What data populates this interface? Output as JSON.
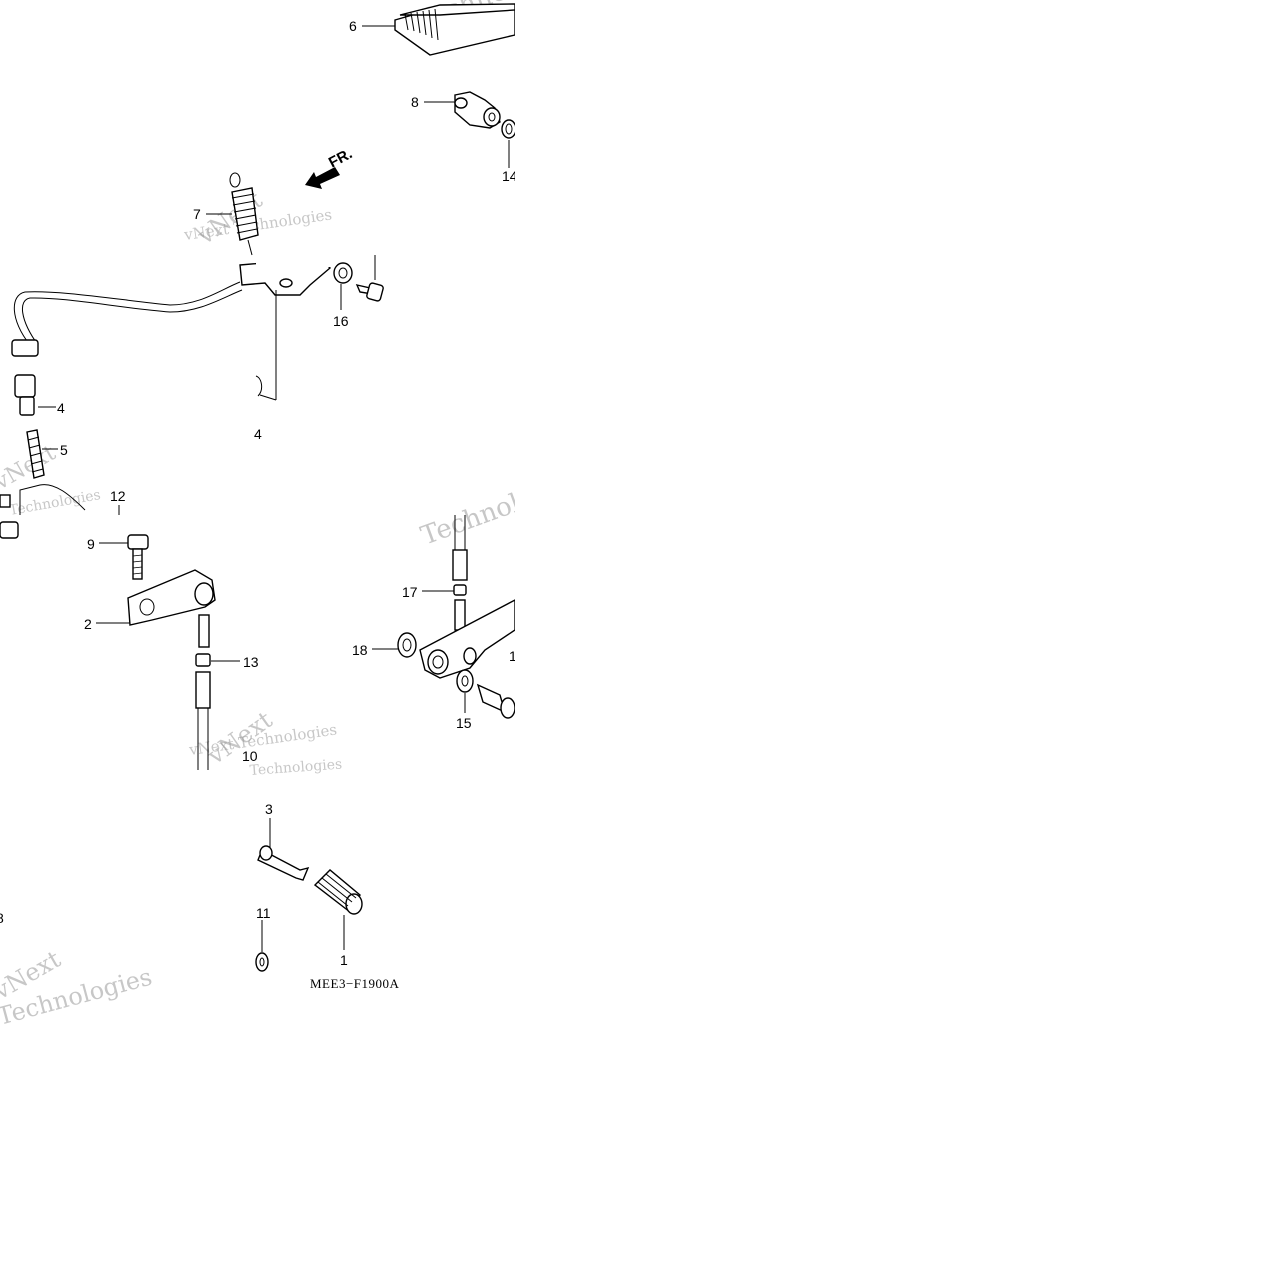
{
  "diagram": {
    "code": "MEE3−F1900A",
    "direction": "FR.",
    "callouts": [
      "1",
      "2",
      "3",
      "4",
      "5",
      "6",
      "7",
      "8",
      "9",
      "10",
      "11",
      "12",
      "13",
      "14",
      "15",
      "16",
      "17",
      "18"
    ],
    "partial_callouts": [
      "4",
      "14",
      "1",
      "11",
      "8"
    ],
    "watermark": {
      "brand": "vNext",
      "company": "Technologies",
      "full": "vNext Technologies"
    }
  }
}
